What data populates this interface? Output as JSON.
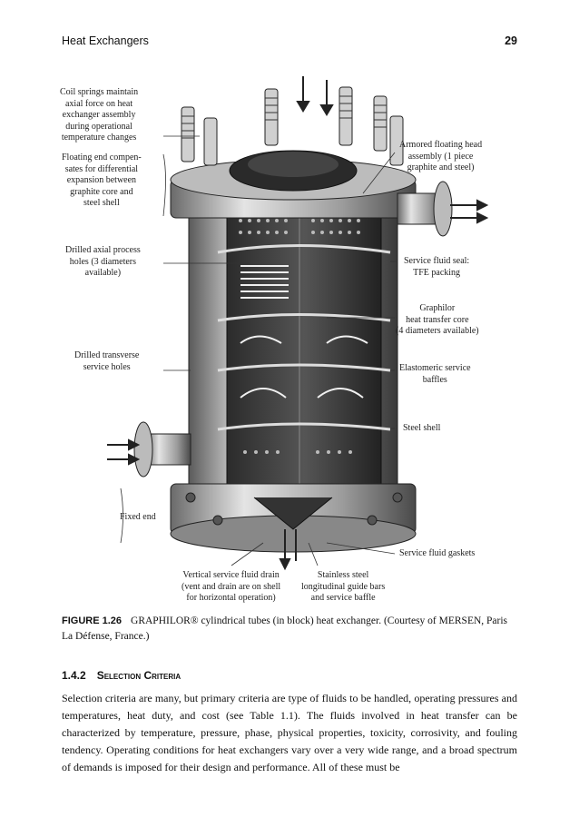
{
  "running_head": {
    "title": "Heat Exchangers",
    "page_number": "29"
  },
  "figure": {
    "labels": {
      "coil_springs": [
        "Coil springs maintain",
        "axial force on heat",
        "exchanger assembly",
        "during operational",
        "temperature changes"
      ],
      "floating_end": [
        "Floating end compen-",
        "sates for differential",
        "expansion between",
        "graphite core and",
        "steel shell"
      ],
      "drilled_axial": [
        "Drilled axial process",
        "holes (3 diameters",
        "available)"
      ],
      "drilled_transverse": [
        "Drilled transverse",
        "service holes"
      ],
      "fixed_end": [
        "Fixed end"
      ],
      "armored_head": [
        "Armored floating head",
        "assembly (1 piece",
        "graphite and steel)"
      ],
      "service_seal": [
        "Service fluid seal:",
        "TFE packing"
      ],
      "graphilor_core": [
        "Graphilor",
        "heat transfer core",
        "(4 diameters available)"
      ],
      "elastomeric": [
        "Elastomeric service",
        "baffles"
      ],
      "steel_shell": [
        "Steel shell"
      ],
      "gaskets": [
        "Service fluid gaskets"
      ],
      "drain": [
        "Vertical service fluid drain",
        "(vent and drain are on shell",
        "for horizontal operation)"
      ],
      "guide_bars": [
        "Stainless steel",
        "longitudinal guide bars",
        "and service baffle"
      ]
    }
  },
  "caption": {
    "label": "FIGURE 1.26",
    "text": "GRAPHILOR® cylindrical tubes (in block) heat exchanger. (Courtesy of MERSEN, Paris La Défense, France.)"
  },
  "section": {
    "number": "1.4.2",
    "title": "Selection Criteria"
  },
  "body": "Selection criteria are many, but primary criteria are type of fluids to be handled, operating pressures and temperatures, heat duty, and cost (see Table 1.1). The fluids involved in heat transfer can be characterized by temperature, pressure, phase, physical properties, toxicity, corrosivity, and fouling tendency. Operating conditions for heat exchangers vary over a very wide range, and a broad spectrum of demands is imposed for their design and performance. All of these must be"
}
